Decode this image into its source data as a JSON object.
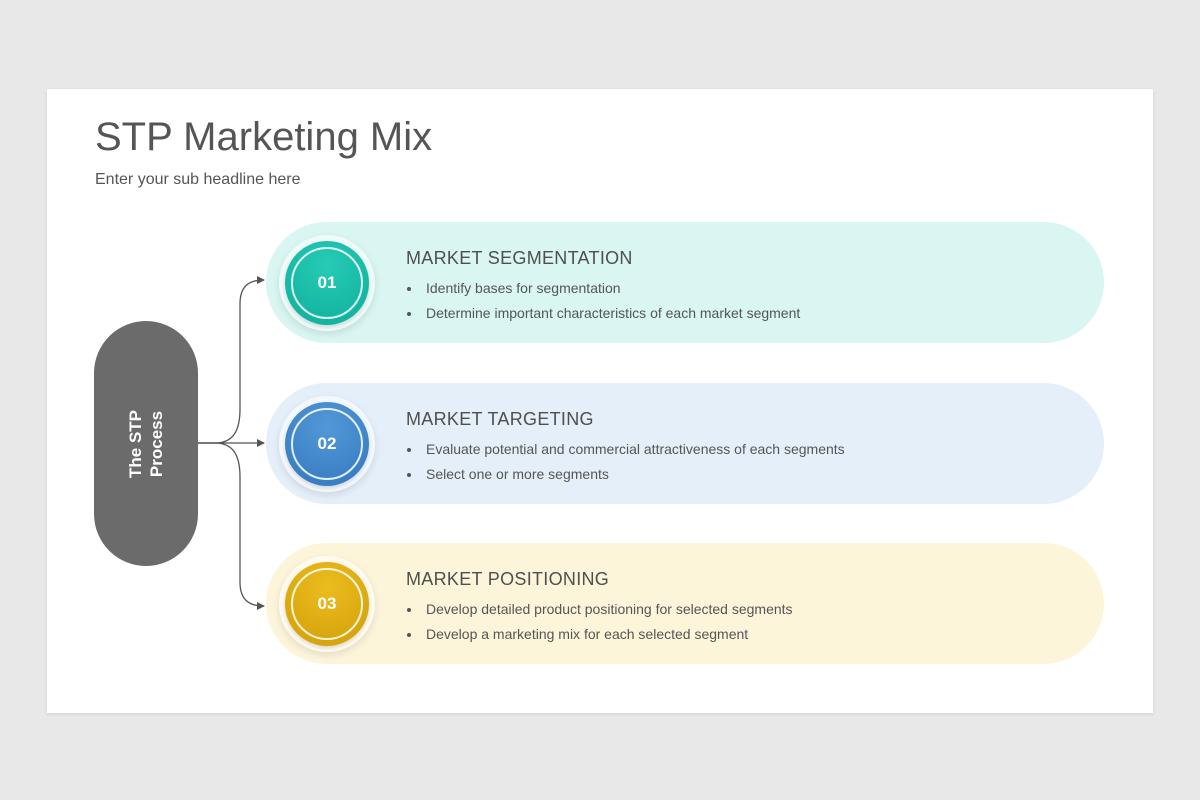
{
  "title": "STP Marketing Mix",
  "subtitle": "Enter your sub headline here",
  "process_label": [
    "The STP",
    "Process"
  ],
  "colors": {
    "process": "#6b6b6b",
    "connector": "#555555"
  },
  "steps": [
    {
      "number": "01",
      "heading": "MARKET SEGMENTATION",
      "bullets": [
        "Identify bases for segmentation",
        "Determine important characteristics of each market segment"
      ],
      "background_color": "#d9f6f2",
      "badge_color": "#14b5a0",
      "badge_color_light": "#27cbb6"
    },
    {
      "number": "02",
      "heading": "MARKET TARGETING",
      "bullets": [
        "Evaluate potential and commercial attractiveness of each segments",
        "Select one or more segments"
      ],
      "background_color": "#e5eff9",
      "badge_color": "#3a7fc3",
      "badge_color_light": "#5399d8"
    },
    {
      "number": "03",
      "heading": "MARKET POSITIONING",
      "bullets": [
        "Develop detailed product positioning for selected segments",
        "Develop a marketing mix for each selected segment"
      ],
      "background_color": "#fdf5da",
      "badge_color": "#d7a50d",
      "badge_color_light": "#ebbd1f"
    }
  ]
}
